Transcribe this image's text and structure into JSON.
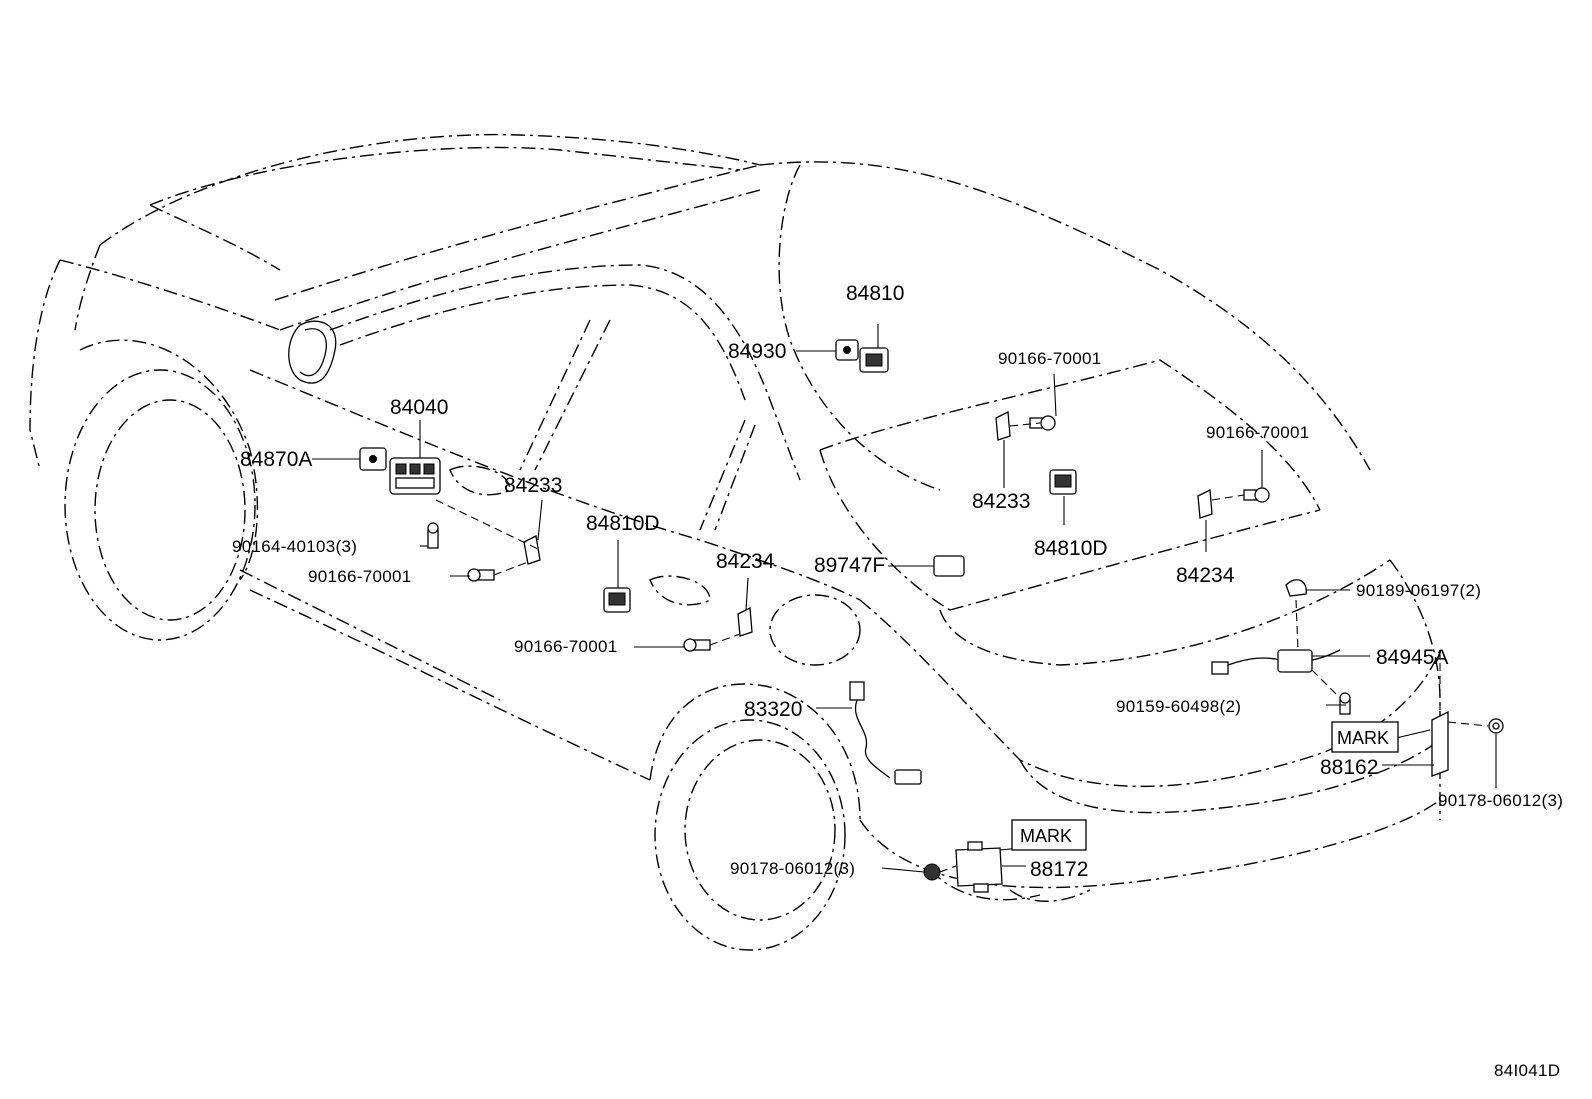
{
  "diagram_id": "84I041D",
  "labels": {
    "p84810_top": "84810",
    "p84930": "84930",
    "p90166_70001_a": "90166-70001",
    "p84040": "84040",
    "p84870A": "84870A",
    "p90166_70001_b": "90166-70001",
    "p84233_a": "84233",
    "p84233_b": "84233",
    "p84810D_a": "84810D",
    "p84810D_b": "84810D",
    "p90164_40103": "90164-40103(3)",
    "p90166_70001_c": "90166-70001",
    "p84234_a": "84234",
    "p89747F": "89747F",
    "p84234_b": "84234",
    "p90189_06197": "90189-06197(2)",
    "p90166_70001_d": "90166-70001",
    "p84945A": "84945A",
    "p83320": "83320",
    "p90159_60498": "90159-60498(2)",
    "mark_1": "MARK",
    "p88162": "88162",
    "p90178_06012_a": "90178-06012(3)",
    "mark_2": "MARK",
    "p90178_06012_b": "90178-06012(3)",
    "p88172": "88172"
  }
}
